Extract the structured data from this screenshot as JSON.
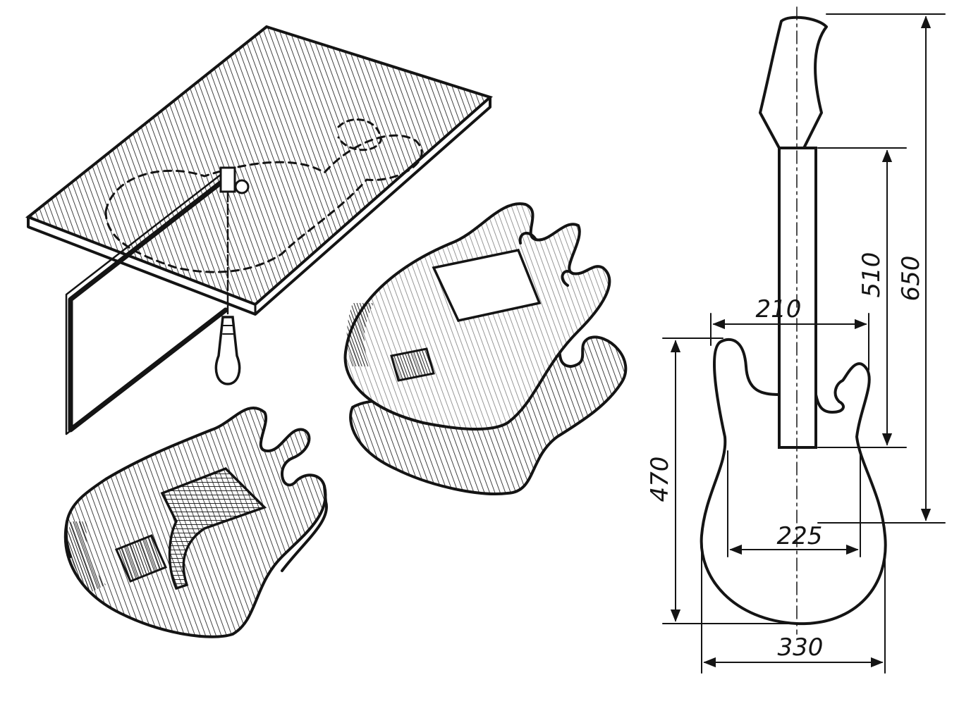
{
  "drawing": {
    "ink_color": "#141414",
    "paper_color": "#ffffff",
    "dimensions": {
      "total_length": "650",
      "neck_length": "510",
      "body_length": "470",
      "upper_width": "210",
      "waist_width": "225",
      "lower_width": "330"
    }
  }
}
